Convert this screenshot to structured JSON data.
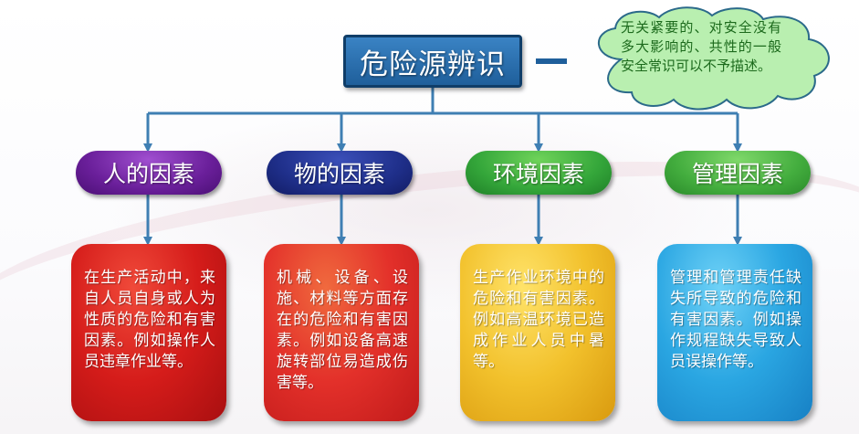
{
  "diagram": {
    "title": "危险源辨识",
    "note": "无关紧要的、对安全没有多大影响的、共性的一般安全常识可以不予描述。",
    "factors": [
      {
        "label": "人的因素",
        "description": "在生产活动中，来自人员自身或人为性质的危险和有害因素。例如操作人员违章作业等。"
      },
      {
        "label": "物的因素",
        "description": "机械、设备、设施、材料等方面存在的危险和有害因素。例如设备高速旋转部位易造成伤害等。"
      },
      {
        "label": "环境因素",
        "description": "生产作业环境中的危险和有害因素。例如高温环境已造成作业人员中暑等。"
      },
      {
        "label": "管理因素",
        "description": "管理和管理责任缺失所导致的危险和有害因素。例如操作规程缺失导致人员误操作等。"
      }
    ],
    "colors": {
      "title_box": "#2a70b0",
      "connector": "#3f7fb3",
      "cloud_fill": "#b9efb0",
      "cloud_text": "#1c6a1c",
      "factor_colors": [
        "#6a1f9a",
        "#1f2f8a",
        "#34a63a",
        "#43ad3e"
      ],
      "card_colors": [
        "#d51c1a",
        "#e3302a",
        "#f2c12c",
        "#2aa6e2"
      ]
    }
  }
}
